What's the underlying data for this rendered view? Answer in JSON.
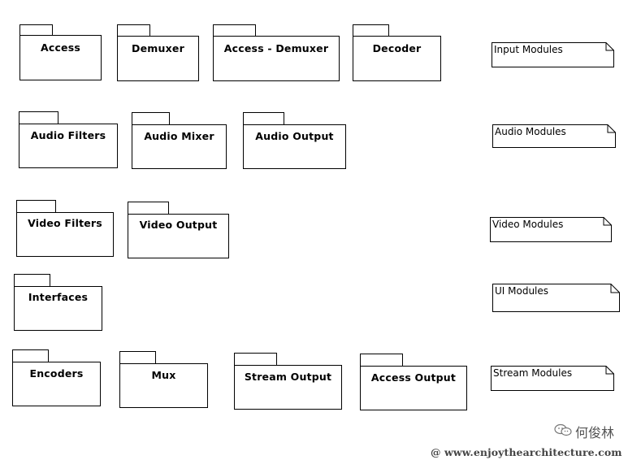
{
  "packages": {
    "access": "Access",
    "demuxer": "Demuxer",
    "access_demuxer": "Access - Demuxer",
    "decoder": "Decoder",
    "audio_filters": "Audio Filters",
    "audio_mixer": "Audio Mixer",
    "audio_output": "Audio Output",
    "video_filters": "Video Filters",
    "video_output": "Video Output",
    "interfaces": "Interfaces",
    "encoders": "Encoders",
    "mux": "Mux",
    "stream_output": "Stream Output",
    "access_output": "Access Output"
  },
  "notes": {
    "input": "Input Modules",
    "audio": "Audio Modules",
    "video": "Video Modules",
    "ui": "UI Modules",
    "stream": "Stream Modules"
  },
  "watermark": {
    "author": "何俊林",
    "url": "@ www.enjoythearchitecture.com"
  }
}
